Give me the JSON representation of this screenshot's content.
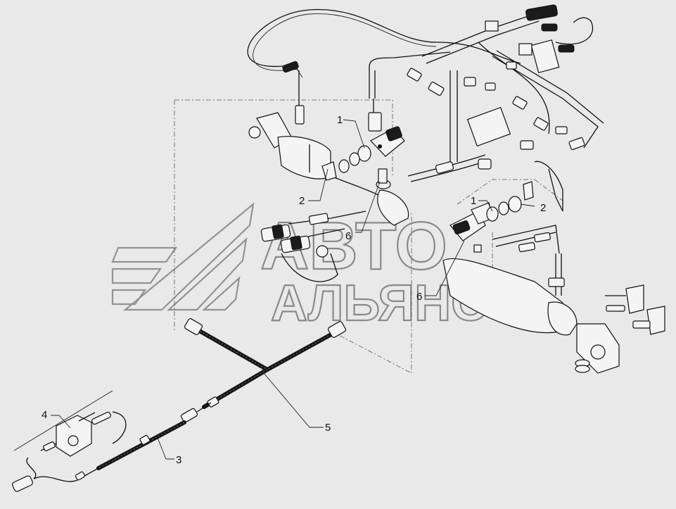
{
  "callouts": [
    {
      "id": "c1a",
      "text": "1"
    },
    {
      "id": "c2a",
      "text": "2"
    },
    {
      "id": "c6a",
      "text": "6"
    },
    {
      "id": "c1b",
      "text": "1"
    },
    {
      "id": "c2b",
      "text": "2"
    },
    {
      "id": "c6b",
      "text": "6"
    },
    {
      "id": "c4",
      "text": "4"
    },
    {
      "id": "c5",
      "text": "5"
    },
    {
      "id": "c3",
      "text": "3"
    }
  ],
  "watermark": {
    "line1": "АВТО",
    "line2": "АЛЬЯНС",
    "color": "#8a8a8a"
  },
  "colors": {
    "background": "#e9e9e9",
    "ink": "#111111"
  }
}
